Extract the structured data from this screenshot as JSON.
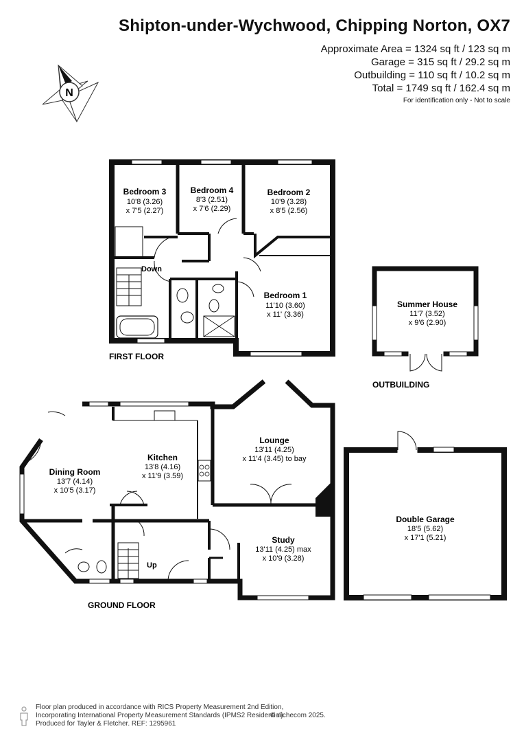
{
  "header": {
    "title": "Shipton-under-Wychwood, Chipping Norton, OX7",
    "areas": [
      "Approximate Area = 1324 sq ft / 123 sq m",
      "Garage = 315 sq ft / 29.2 sq m",
      "Outbuilding = 110 sq ft / 10.2 sq m",
      "Total = 1749 sq ft / 162.4 sq m"
    ],
    "note": "For identification only - Not to scale"
  },
  "compass": {
    "letter": "N",
    "icon": "compass-icon"
  },
  "floors": {
    "first": "FIRST FLOOR",
    "ground": "GROUND FLOOR",
    "outbuilding": "OUTBUILDING"
  },
  "rooms": {
    "bedroom3": {
      "name": "Bedroom 3",
      "dim1": "10'8 (3.26)",
      "dim2": "x 7'5 (2.27)"
    },
    "bedroom4": {
      "name": "Bedroom 4",
      "dim1": "8'3 (2.51)",
      "dim2": "x 7'6 (2.29)"
    },
    "bedroom2": {
      "name": "Bedroom 2",
      "dim1": "10'9 (3.28)",
      "dim2": "x 8'5 (2.56)"
    },
    "bedroom1": {
      "name": "Bedroom 1",
      "dim1": "11'10 (3.60)",
      "dim2": "x 11' (3.36)"
    },
    "summer": {
      "name": "Summer House",
      "dim1": "11'7 (3.52)",
      "dim2": "x 9'6 (2.90)"
    },
    "dining": {
      "name": "Dining Room",
      "dim1": "13'7 (4.14)",
      "dim2": "x 10'5 (3.17)"
    },
    "kitchen": {
      "name": "Kitchen",
      "dim1": "13'8 (4.16)",
      "dim2": "x 11'9 (3.59)"
    },
    "lounge": {
      "name": "Lounge",
      "dim1": "13'11 (4.25)",
      "dim2": "x 11'4 (3.45) to bay"
    },
    "study": {
      "name": "Study",
      "dim1": "13'11 (4.25) max",
      "dim2": "x 10'9 (3.28)"
    },
    "garage": {
      "name": "Double Garage",
      "dim1": "18'5 (5.62)",
      "dim2": "x 17'1 (5.21)"
    }
  },
  "stairs": {
    "down": "Down",
    "up": "Up"
  },
  "footer": {
    "line1": "Floor plan produced in accordance with RICS Property Measurement 2nd Edition,",
    "line2": "Incorporating International Property Measurement Standards (IPMS2 Residential).",
    "copyright": "© nichecom 2025.",
    "line3": "Produced for Tayler & Fletcher.   REF: 1295961"
  }
}
